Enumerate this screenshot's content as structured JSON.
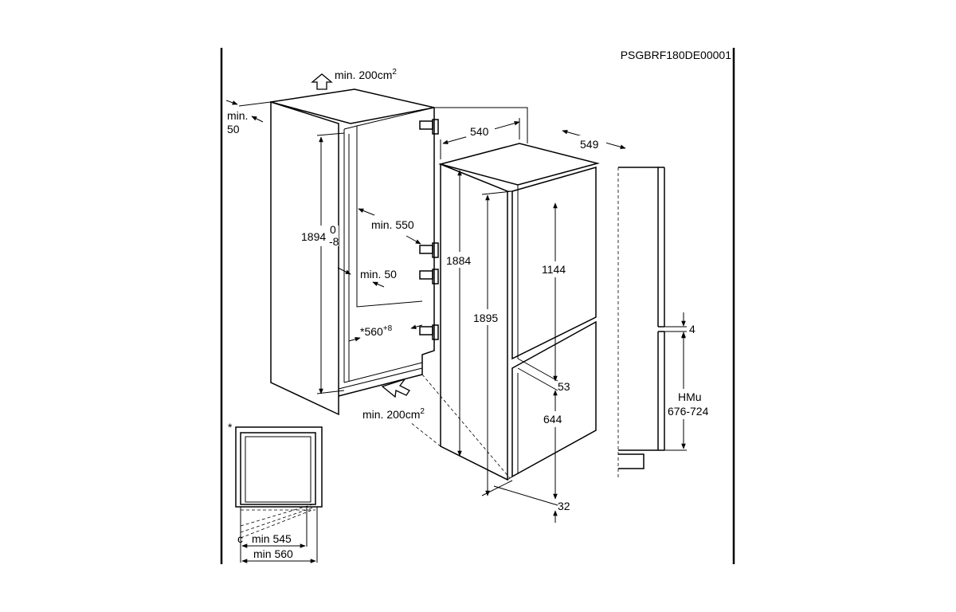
{
  "diagram": {
    "code": "PSGBRF180DE00001",
    "vent_top": {
      "text": "min. 200cm",
      "sup": "2"
    },
    "vent_bottom": {
      "text": "min. 200cm",
      "sup": "2"
    },
    "side_gap": {
      "line1": "min.",
      "line2": "50"
    },
    "niche_height": {
      "value": "1894",
      "tol_upper": "0",
      "tol_lower": "-8"
    },
    "niche_depth_min": "min. 550",
    "inner_gap_min": "min. 50",
    "niche_width": {
      "value": "*560",
      "tol": "+8"
    },
    "appliance_width": "540",
    "appliance_depth": "549",
    "appliance_height": "1884",
    "door_total_height": "1895",
    "upper_door_height": "1144",
    "lower_door_height": "644",
    "door_gap": "53",
    "bottom_offset": "32",
    "door_clearance": "4",
    "furniture_door_label": "HMu",
    "furniture_door_range": "676-724",
    "inset_asterisk": "*",
    "inset_min_545": "min 545",
    "inset_min_560": "min 560",
    "inset_corner_mark": "c"
  }
}
